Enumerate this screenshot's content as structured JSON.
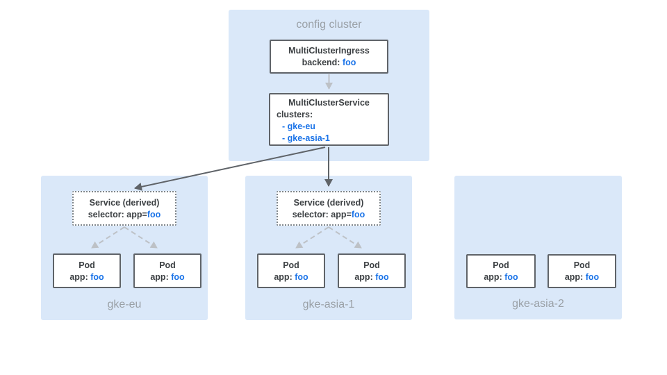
{
  "colors": {
    "cluster_fill": "#DAE8F9",
    "box_border": "#5F6368",
    "dotted_border": "#80868B",
    "text_dark": "#3C4043",
    "text_gray": "#9AA0A6",
    "text_blue": "#1A73E8",
    "arrow_dark": "#5F6368",
    "arrow_light": "#BDC1C6",
    "box_bg": "#FFFFFF"
  },
  "config_cluster": {
    "label": "config cluster",
    "ingress": {
      "title": "MultiClusterIngress",
      "backend_label": "backend:",
      "backend_value": "foo"
    },
    "service": {
      "title": "MultiClusterService",
      "clusters_label": "clusters:",
      "cluster_items": [
        "- gke-eu",
        "- gke-asia-1"
      ]
    }
  },
  "clusters": [
    {
      "label": "gke-eu",
      "service": {
        "title": "Service (derived)",
        "selector_label": "selector: app=",
        "selector_value": "foo"
      },
      "pods": [
        {
          "title": "Pod",
          "app_label": "app:",
          "app_value": "foo"
        },
        {
          "title": "Pod",
          "app_label": "app:",
          "app_value": "foo"
        }
      ]
    },
    {
      "label": "gke-asia-1",
      "service": {
        "title": "Service (derived)",
        "selector_label": "selector: app=",
        "selector_value": "foo"
      },
      "pods": [
        {
          "title": "Pod",
          "app_label": "app:",
          "app_value": "foo"
        },
        {
          "title": "Pod",
          "app_label": "app:",
          "app_value": "foo"
        }
      ]
    },
    {
      "label": "gke-asia-2",
      "pods": [
        {
          "title": "Pod",
          "app_label": "app:",
          "app_value": "foo"
        },
        {
          "title": "Pod",
          "app_label": "app:",
          "app_value": "foo"
        }
      ]
    }
  ]
}
